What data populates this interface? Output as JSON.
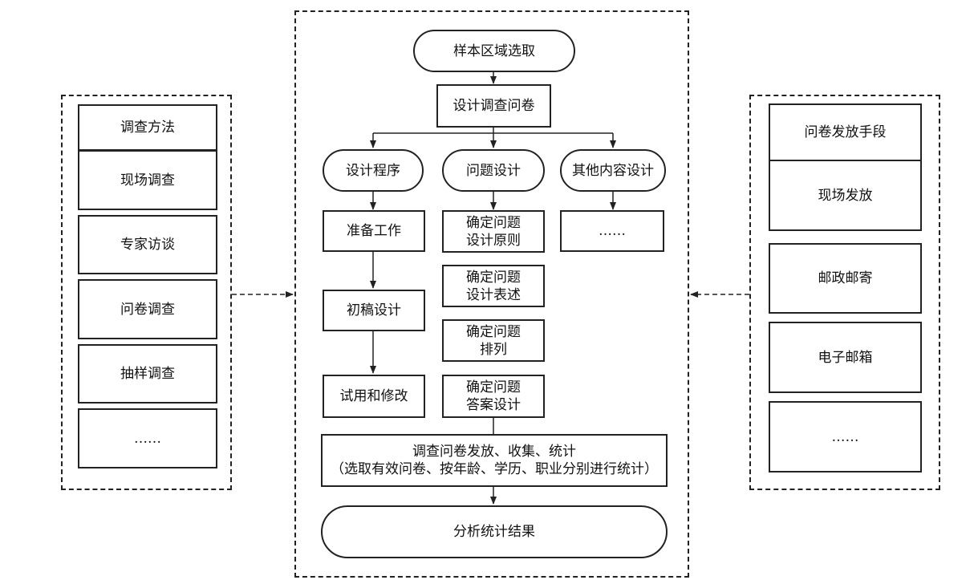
{
  "left_panel": {
    "items": [
      "调查方法",
      "现场调查",
      "专家访谈",
      "问卷调查",
      "抽样调查",
      "……"
    ]
  },
  "right_panel": {
    "items": [
      "问卷发放手段",
      "现场发放",
      "邮政邮寄",
      "电子邮箱",
      "……"
    ]
  },
  "center": {
    "start": "样本区域选取",
    "design": "设计调查问卷",
    "branches": [
      "设计程序",
      "问题设计",
      "其他内容设计"
    ],
    "procedure_steps": [
      "准备工作",
      "初稿设计",
      "试用和修改"
    ],
    "question_steps": [
      "确定问题\n设计原则",
      "确定问题\n设计表述",
      "确定问题\n排列",
      "确定问题\n答案设计"
    ],
    "other_steps": [
      "……"
    ],
    "distribute": "调查问卷发放、收集、统计\n（选取有效问卷、按年龄、学历、职业分别进行统计）",
    "result": "分析统计结果"
  }
}
